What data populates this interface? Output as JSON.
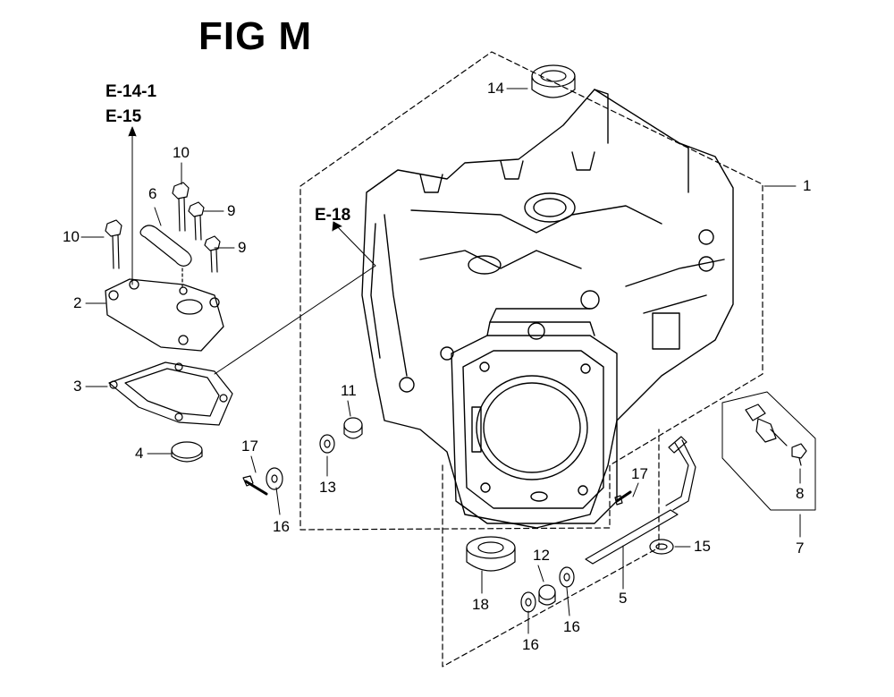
{
  "diagram": {
    "title": "FIG M",
    "refs": {
      "e14_1": "E-14-1",
      "e15": "E-15",
      "e18": "E-18"
    },
    "callouts": {
      "c1": "1",
      "c2": "2",
      "c3": "3",
      "c4": "4",
      "c5": "5",
      "c6": "6",
      "c7": "7",
      "c8": "8",
      "c9a": "9",
      "c9b": "9",
      "c10a": "10",
      "c10b": "10",
      "c11": "11",
      "c12": "12",
      "c13": "13",
      "c14": "14",
      "c15": "15",
      "c16a": "16",
      "c16b": "16",
      "c16c": "16",
      "c17a": "17",
      "c17b": "17",
      "c18": "18"
    },
    "colors": {
      "line": "#000000",
      "background": "#ffffff"
    }
  }
}
